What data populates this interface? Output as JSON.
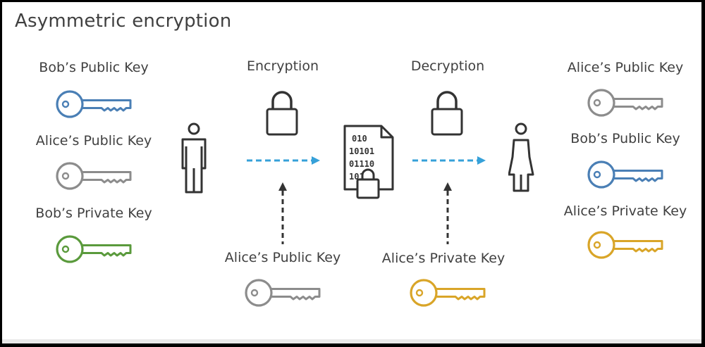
{
  "title": "Asymmetric encryption",
  "labels": {
    "encryption": "Encryption",
    "decryption": "Decryption"
  },
  "keys": {
    "bob_public": "Bob’s Public Key",
    "alice_public": "Alice’s Public Key",
    "bob_private": "Bob’s Private Key",
    "alice_private": "Alice’s Private Key"
  },
  "document_binary": [
    "010",
    "10101",
    "01110",
    "101"
  ],
  "colors": {
    "blue": "#4a7fb5",
    "gray": "#8c8c8c",
    "green": "#5a9a3c",
    "gold": "#d9a528",
    "arrow": "#36a1d9",
    "dark": "#333333",
    "text": "#404040"
  }
}
